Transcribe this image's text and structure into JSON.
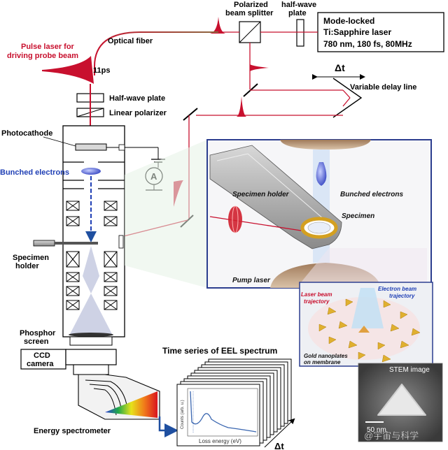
{
  "labels": {
    "laser_title": "Mode-locked",
    "laser_model": "Ti:Sapphire laser",
    "laser_spec": "780 nm, 180 fs, 80MHz",
    "pbs_line1": "Polarized",
    "pbs_line2": "beam splitter",
    "hwp_top_line1": "half-wave",
    "hwp_top_line2": "plate",
    "pulse_line1": "Pulse laser for",
    "pulse_line2": "driving probe beam",
    "optical_fiber": "Optical fiber",
    "pulse_width": "11ps",
    "delta_t_top": "Δt",
    "delay_line": "Variable delay line",
    "half_wave_plate": "Half-wave plate",
    "linear_polarizer": "Linear polarizer",
    "photocathode": "Photocathode",
    "bunched_electrons": "Bunched electrons",
    "ammeter": "A",
    "specimen_holder_line1": "Specimen",
    "specimen_holder_line2": "holder",
    "phosphor_line1": "Phosphor",
    "phosphor_line2": "screen",
    "ccd_line1": "CCD",
    "ccd_line2": "camera",
    "energy_spectrometer": "Energy spectrometer",
    "eels_title": "Time series of EEL spectrum",
    "eels_ylabel": "Counts (arb. u.)",
    "eels_xlabel": "Loss energy (eV)",
    "delta_t_bottom": "Δt",
    "inset_specimen_holder": "Specimen holder",
    "inset_bunched_electrons": "Bunched electrons",
    "inset_specimen": "Specimen",
    "inset_pump_laser": "Pump laser",
    "laser_traj_line1": "Laser beam",
    "laser_traj_line2": "trajectory",
    "electron_traj_line1": "Electron beam",
    "electron_traj_line2": "trajectory",
    "gold_line1": "Gold nanoplates",
    "gold_line2": "on membrane",
    "stem_image": "STEM image",
    "scale_bar": "50 nm",
    "watermark": "@宇宙与科学"
  },
  "colors": {
    "laser_red": "#c8102e",
    "electron_blue": "#1f3fb5",
    "inset_border": "#2c3e8f",
    "spectrum_line": "#3a66b0",
    "gold": "#e0b030"
  }
}
